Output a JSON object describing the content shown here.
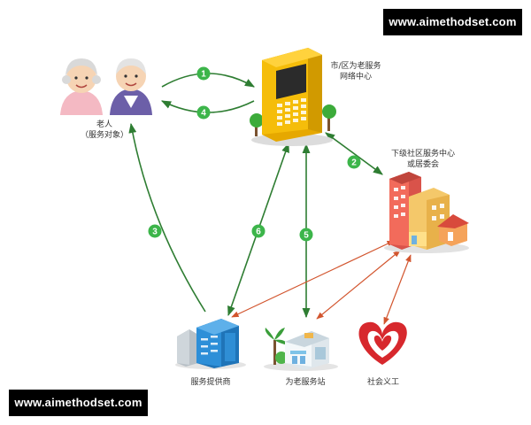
{
  "watermarks": {
    "top": "www.aimethodset.com",
    "bottom": "www.aimethodset.com"
  },
  "nodes": {
    "elderly": {
      "line1": "老人",
      "line2": "（服务对象）",
      "icon": "elderly-couple-icon"
    },
    "city_center": {
      "line1": "市/区为老服务",
      "line2": "网络中心",
      "icon": "office-tower-icon"
    },
    "community_center": {
      "line1": "下级社区服务中心",
      "line2": "或居委会",
      "icon": "community-buildings-icon"
    },
    "provider": {
      "label": "服务提供商",
      "icon": "blue-office-building-icon"
    },
    "station": {
      "label": "为老服务站",
      "icon": "service-station-icon"
    },
    "volunteer": {
      "label": "社会义工",
      "icon": "heart-hands-icon"
    }
  },
  "steps": [
    "1",
    "2",
    "3",
    "4",
    "5",
    "6"
  ],
  "colors": {
    "green_arrow": "#2e7d32",
    "badge": "#3cb54a",
    "orange_arrow": "#d2552e",
    "tower": "#f2b600",
    "screen": "#2b2b2b",
    "provider_blue": "#2d8fd8",
    "heart_red": "#d7282d"
  }
}
